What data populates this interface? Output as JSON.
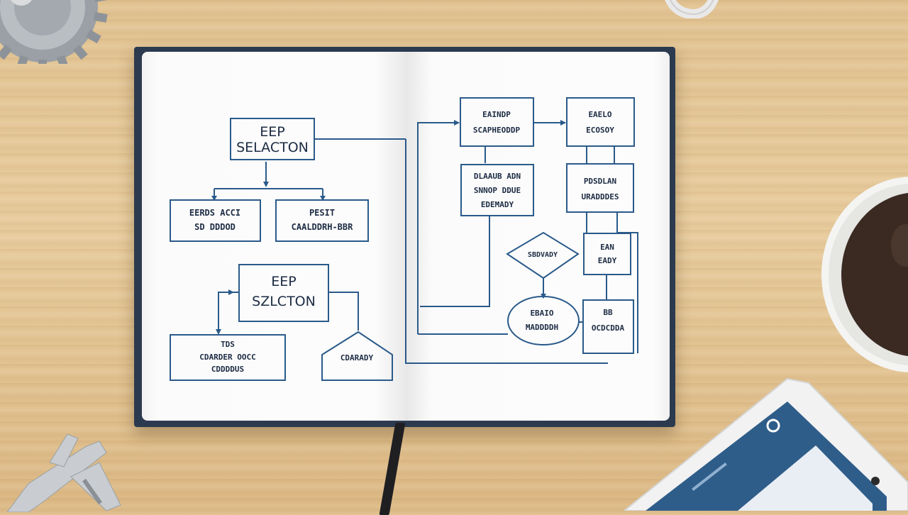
{
  "scene": {
    "description_free": true,
    "colors": {
      "desk_wood": "#e2c392",
      "notebook_cover": "#2c3a4f",
      "page": "#fbfbfb",
      "ink": "#2a5a8a",
      "ink_text": "#1d2c44",
      "coffee": "#3a2a22",
      "tablet_screen": "#2f5d8a"
    },
    "icons": {
      "top_left": "gear-icon",
      "right_edge": "coffee-mug-icon",
      "top_edge": "mug-handle-icon",
      "bottom_left": "caliper-icon",
      "bottom_right": "tablet-icon"
    }
  },
  "left_page": {
    "top_box": [
      "EEP",
      "SELACTON"
    ],
    "child_left": [
      "EERDS ACCI",
      "SD DDDOD"
    ],
    "child_right": [
      "PESIT",
      "CAALDDRH-BBR"
    ],
    "middle_box": [
      "EEP",
      "SZLCTON"
    ],
    "bottom_left": [
      "TDS",
      "CDARDER OOCC",
      "CDDDDUS"
    ],
    "bottom_house": "CDARADY"
  },
  "right_page": {
    "box_top_left": [
      "EAINDP",
      "SCAPHEODDP"
    ],
    "box_top_right": [
      "EAELO",
      "ECOSOY"
    ],
    "box_mid_left": [
      "DLAAUB ADN",
      "SNNOP DDUE",
      "EDEMADY"
    ],
    "box_mid_right": [
      "PDSDLAN",
      "URADDDES"
    ],
    "diamond": "SBDVADY",
    "box_small_right": [
      "EAN",
      "EADY"
    ],
    "oval": [
      "EBAIO",
      "MADDDDH"
    ],
    "box_bottom_right": [
      "BB",
      "OCDCDDA"
    ]
  }
}
